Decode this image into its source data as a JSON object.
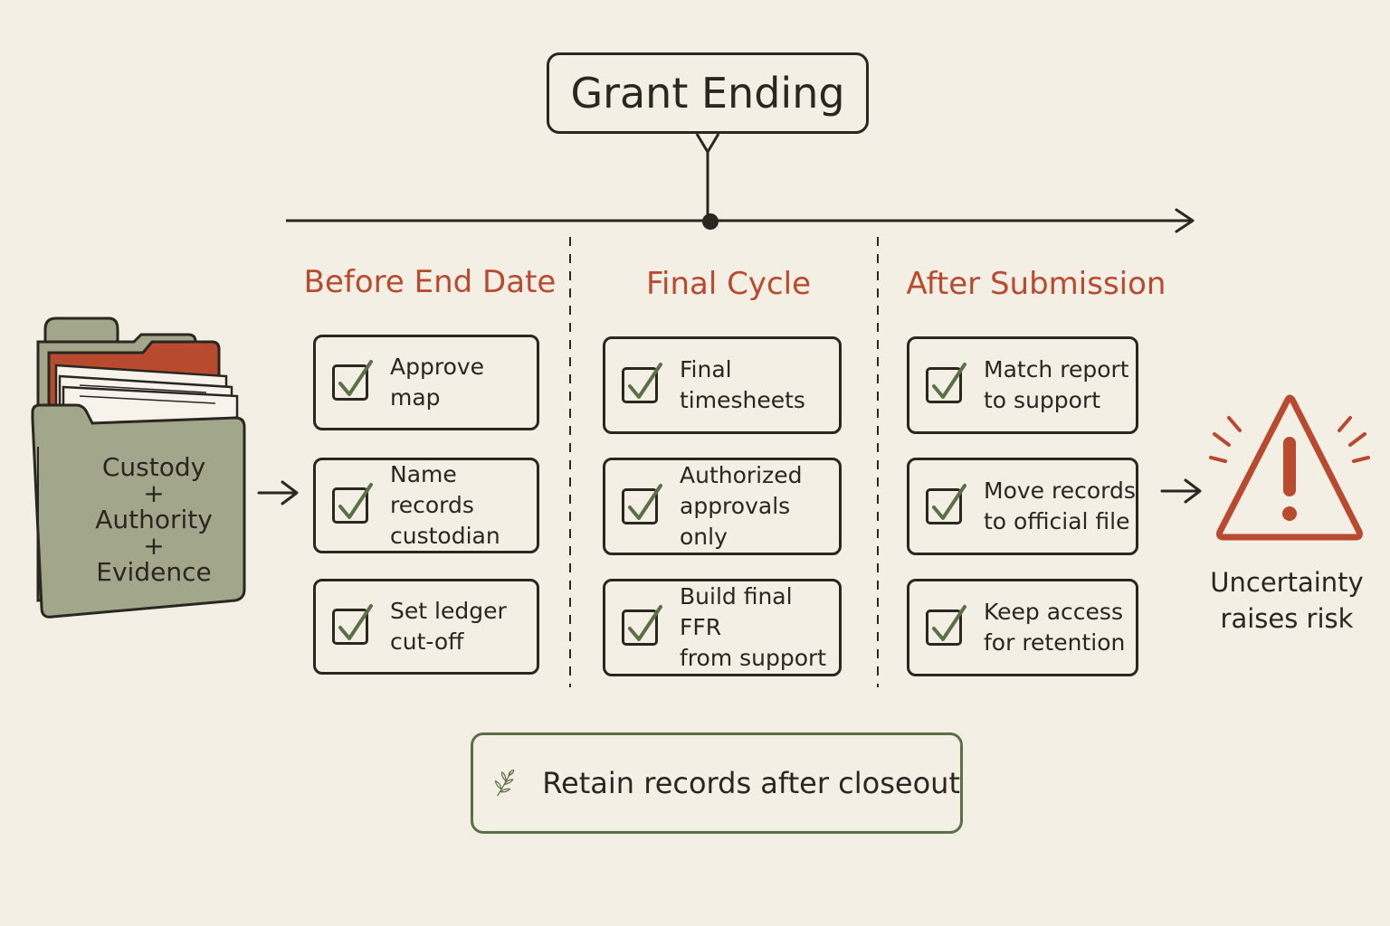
{
  "title": "Grant Ending",
  "folder": {
    "label": "Custody\n+\nAuthority\n+\nEvidence"
  },
  "phases": [
    {
      "heading": "Before End Date",
      "items": [
        "Approve map",
        "Name records\ncustodian",
        "Set ledger\ncut-off"
      ]
    },
    {
      "heading": "Final Cycle",
      "items": [
        "Final timesheets",
        "Authorized\napprovals only",
        "Build final FFR\nfrom support"
      ]
    },
    {
      "heading": "After Submission",
      "items": [
        "Match report\nto support",
        "Move records\nto official file",
        "Keep access\nfor retention"
      ]
    }
  ],
  "risk": {
    "label": "Uncertainty\nraises risk"
  },
  "footer": {
    "label": "Retain records after closeout"
  },
  "colors": {
    "background": "#f3efe4",
    "ink": "#2a2620",
    "accent_red": "#b84a30",
    "check_green": "#5c7048",
    "folder_green": "#a2a68a"
  },
  "icons": {
    "folder": "file-folder-icon",
    "check": "checkbox-checked-icon",
    "warning": "warning-triangle-icon",
    "leaf": "leaf-sprig-icon",
    "arrow": "arrow-right-icon"
  }
}
